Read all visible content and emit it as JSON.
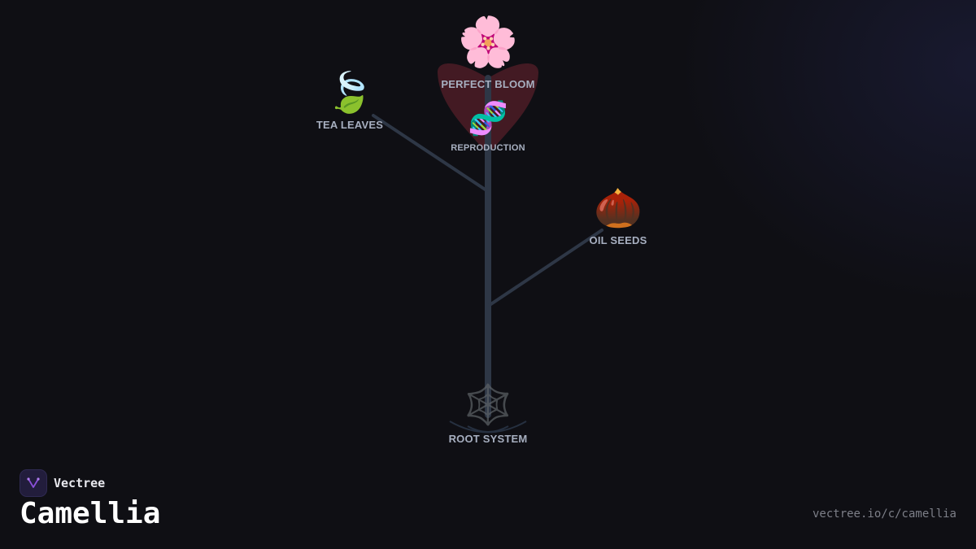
{
  "diagram": {
    "nodes": {
      "bloom": {
        "icon": "cherry-blossom-icon",
        "glyph": "🌸",
        "label": "PERFECT BLOOM"
      },
      "reproduction": {
        "icon": "dna-icon",
        "glyph": "🧬",
        "label": "REPRODUCTION"
      },
      "tea": {
        "icon": "leaf-fluttering-icon",
        "glyph": "🍃",
        "label": "TEA LEAVES"
      },
      "oil": {
        "icon": "chestnut-icon",
        "glyph": "🌰",
        "label": "OIL SEEDS"
      },
      "root": {
        "icon": "spider-web-icon",
        "glyph": "🕸️",
        "label": "ROOT SYSTEM"
      }
    },
    "colors": {
      "branch": "#2e3746",
      "petal": "#5a1f2a",
      "label": "#a7afc0"
    }
  },
  "brand": {
    "icon": "vectree-logo-icon",
    "name": "Vectree",
    "accent": "#8a4fd8"
  },
  "page": {
    "title": "Camellia",
    "url": "vectree.io/c/camellia"
  }
}
